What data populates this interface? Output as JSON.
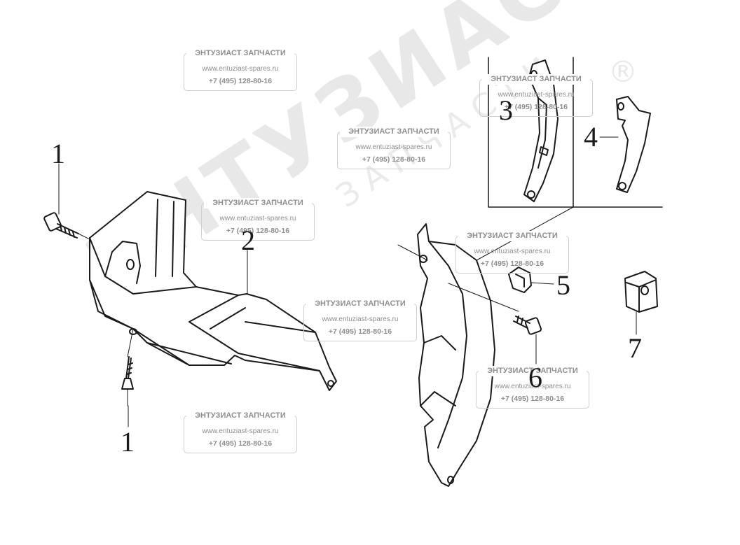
{
  "watermark": {
    "brand": "ЭНТУЗИАСТ",
    "sub": "ЗАПЧАСТИ",
    "registered": "®"
  },
  "stamps": [
    {
      "title": "ЭНТУЗИАСТ ЗАПЧАСТИ",
      "site": "www.entuziast-spares.ru",
      "phone": "+7 (495) 128-80-16"
    },
    {
      "title": "ЭНТУЗИАСТ ЗАПЧАСТИ",
      "site": "www.entuziast-spares.ru",
      "phone": "+7 (495) 128-80-16"
    },
    {
      "title": "ЭНТУЗИАСТ ЗАПЧАСТИ",
      "site": "www.entuziast-spares.ru",
      "phone": "+7 (495) 128-80-16"
    },
    {
      "title": "ЭНТУЗИАСТ ЗАПЧАСТИ",
      "site": "www.entuziast-spares.ru",
      "phone": "+7 (495) 128-80-16"
    },
    {
      "title": "ЭНТУЗИАСТ ЗАПЧАСТИ",
      "site": "www.entuziast-spares.ru",
      "phone": "+7 (495) 128-80-16"
    },
    {
      "title": "ЭНТУЗИАСТ ЗАПЧАСТИ",
      "site": "www.entuziast-spares.ru",
      "phone": "+7 (495) 128-80-16"
    },
    {
      "title": "ЭНТУЗИАСТ ЗАПЧАСТИ",
      "site": "www.entuziast-spares.ru",
      "phone": "+7 (495) 128-80-16"
    },
    {
      "title": "ЭНТУЗИАСТ ЗАПЧАСТИ",
      "site": "www.entuziast-spares.ru",
      "phone": "+7 (495) 128-80-16"
    }
  ],
  "callouts": {
    "bolt_top": "1",
    "bolt_bottom": "1",
    "left_shield": "2",
    "bracket_a": "3",
    "bracket_b": "4",
    "clip": "5",
    "screw": "6",
    "nut": "7"
  }
}
